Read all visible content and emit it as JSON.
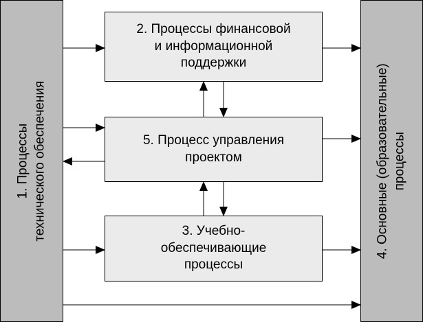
{
  "diagram": {
    "left": {
      "line1": "1. Процессы",
      "line2": "технического обеспечения"
    },
    "right": {
      "line1": "4. Основные (образовательные)",
      "line2": "процессы"
    },
    "box2": {
      "line1": "2. Процессы финансовой",
      "line2": "и информационной",
      "line3": "поддержки"
    },
    "box5": {
      "line1": "5. Процесс управления",
      "line2": "проектом"
    },
    "box3": {
      "line1": "3. Учебно-",
      "line2": "обеспечивающие",
      "line3": "процессы"
    }
  }
}
